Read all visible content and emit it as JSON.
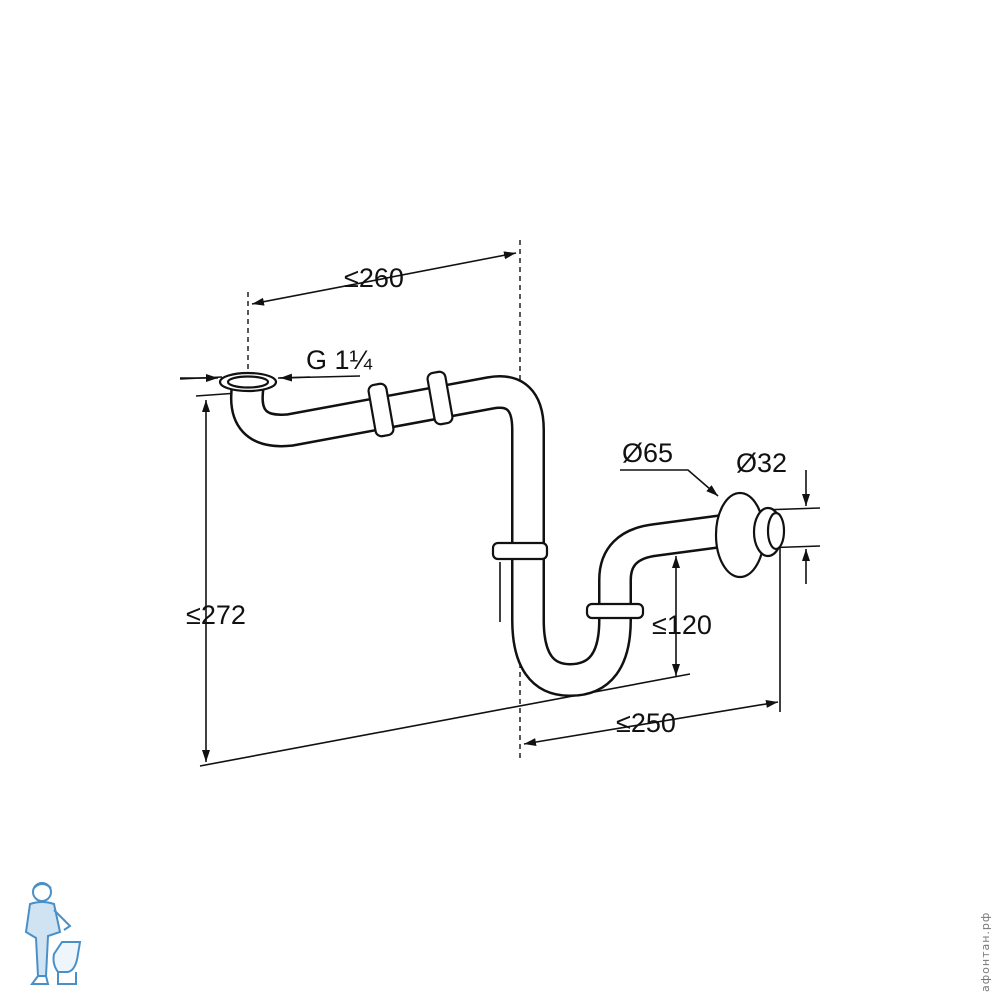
{
  "diagram": {
    "dimensions": {
      "width_top": "≤260",
      "thread": "G 1¼",
      "diameter_large": "Ø65",
      "diameter_small": "Ø32",
      "height_total": "≤272",
      "height_outlet": "≤120",
      "width_bottom": "≤250"
    }
  },
  "watermark": {
    "text": "афонтан.рф"
  },
  "colors": {
    "line": "#111111",
    "mascot": "#4a90c8"
  }
}
